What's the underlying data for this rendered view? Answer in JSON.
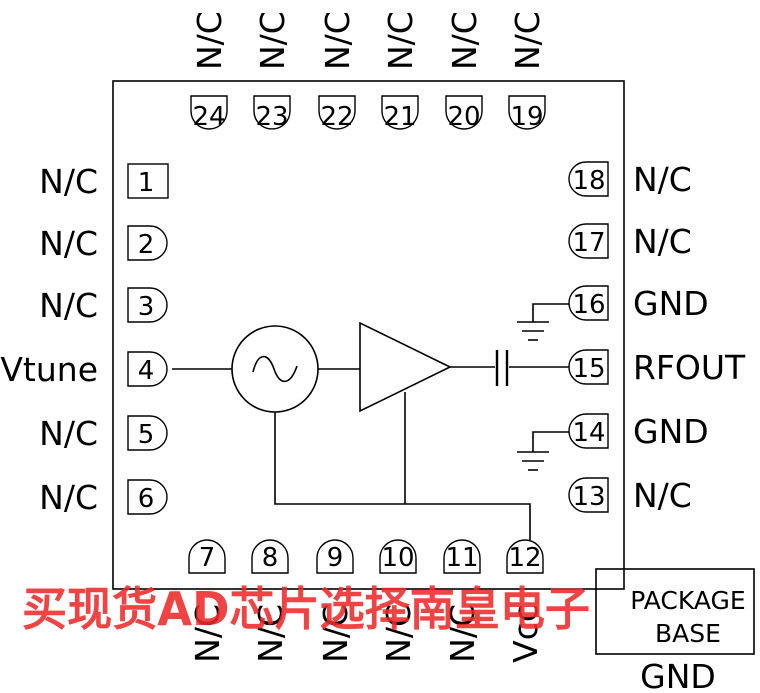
{
  "pins": {
    "left": [
      {
        "num": "1",
        "label": "N/C"
      },
      {
        "num": "2",
        "label": "N/C"
      },
      {
        "num": "3",
        "label": "N/C"
      },
      {
        "num": "4",
        "label": "Vtune"
      },
      {
        "num": "5",
        "label": "N/C"
      },
      {
        "num": "6",
        "label": "N/C"
      }
    ],
    "right": [
      {
        "num": "18",
        "label": "N/C"
      },
      {
        "num": "17",
        "label": "N/C"
      },
      {
        "num": "16",
        "label": "GND"
      },
      {
        "num": "15",
        "label": "RFOUT"
      },
      {
        "num": "14",
        "label": "GND"
      },
      {
        "num": "13",
        "label": "N/C"
      }
    ],
    "top": [
      {
        "num": "24",
        "label": "N/C"
      },
      {
        "num": "23",
        "label": "N/C"
      },
      {
        "num": "22",
        "label": "N/C"
      },
      {
        "num": "21",
        "label": "N/C"
      },
      {
        "num": "20",
        "label": "N/C"
      },
      {
        "num": "19",
        "label": "N/C"
      }
    ],
    "bottom": [
      {
        "num": "7",
        "label": "N/C"
      },
      {
        "num": "8",
        "label": "N/C"
      },
      {
        "num": "9",
        "label": "N/C"
      },
      {
        "num": "10",
        "label": "N/C"
      },
      {
        "num": "11",
        "label": "N/C"
      },
      {
        "num": "12",
        "label": "Vcc"
      }
    ]
  },
  "package_base": {
    "line1": "PACKAGE",
    "line2": "BASE",
    "ground_label": "GND"
  },
  "watermark": "买现货AD芯片选择南皇电子"
}
